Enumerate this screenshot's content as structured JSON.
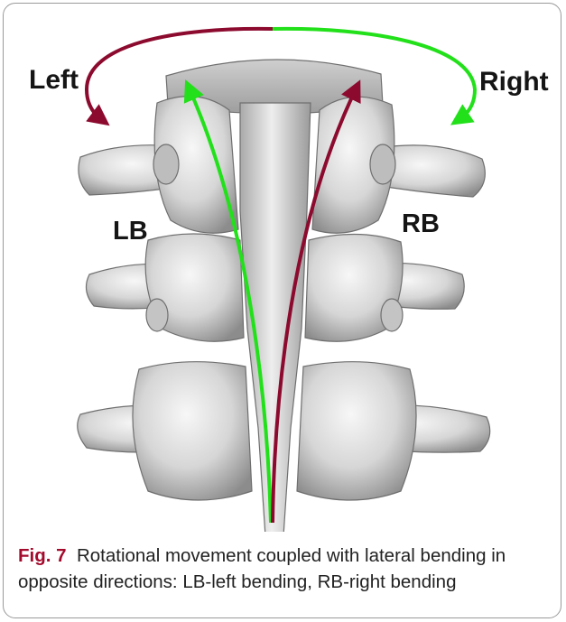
{
  "labels": {
    "left": "Left",
    "right": "Right",
    "lb": "LB",
    "rb": "RB"
  },
  "caption": {
    "figure_number": "Fig. 7",
    "text": "Rotational movement coupled with lateral bending in opposite directions: LB-left bending, RB-right bending"
  },
  "colors": {
    "green_arrow": "#22e01a",
    "red_arrow": "#8c0a2e",
    "bone": "#d9d9d9",
    "caption_accent": "#a30a2c"
  }
}
